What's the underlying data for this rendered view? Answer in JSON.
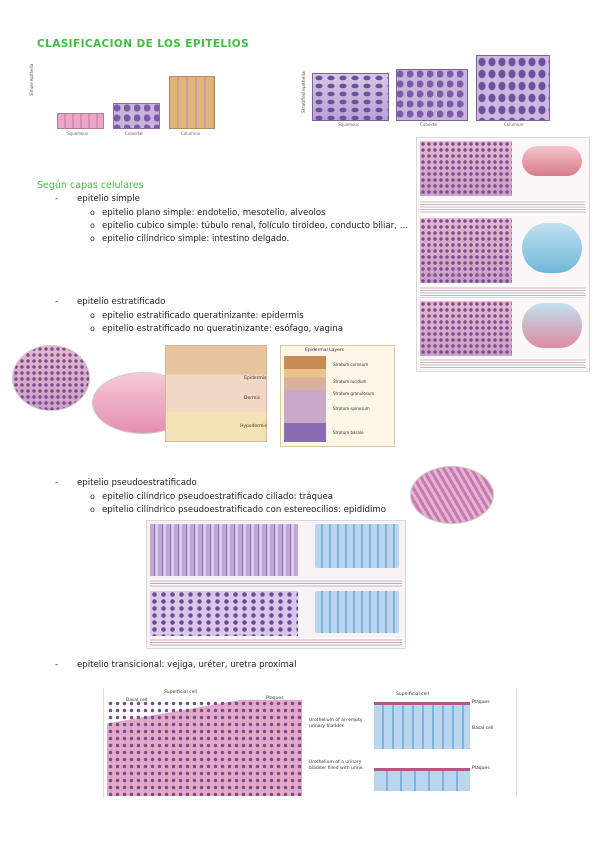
{
  "title": "CLASIFICACION DE LOS EPITELIOS",
  "subtitle": "Según capas celulares",
  "figure_labels": {
    "simple_side": "Simple epithelia",
    "stratified_side": "Stratified epithelia",
    "simple_captions": [
      "Squamous",
      "Cuboidal",
      "Columnar"
    ],
    "stratified_captions": [
      "Squamous",
      "Cuboidal",
      "Columnar"
    ]
  },
  "sections": {
    "simple": {
      "heading": "epitelio simple",
      "items": [
        "epitelio plano simple: endotelio, mesotelio, alveolos",
        "epitelio cubico simple: túbulo renal, folículo tiroideo, conducto biliar, …",
        "epitelio cilíndrico simple: intestino delgado."
      ]
    },
    "stratified": {
      "heading": "epitelio estratificado",
      "items": [
        "epitelio estratificado queratinizante: epidermis",
        "epitelio estratificado no queratinizante: esófago, vagina"
      ]
    },
    "pseudo": {
      "heading": "epitelio pseudoestratificado",
      "items": [
        "epitelio cilíndrico pseudoestratificado ciliado: tráquea",
        "epitelio cilíndrico pseudoestratificado con estereocilios: epidídimo"
      ]
    },
    "transitional": {
      "heading": "epitelio transicional: vejiga, uréter, uretra proximal"
    }
  },
  "skin_labels": {
    "header": "Epidermal Layers",
    "left": [
      "Epidermis",
      "Dermis",
      "Hypodermis"
    ],
    "right": [
      "Stratum corneum",
      "Stratum lucidum",
      "Stratum granulosum",
      "Stratum spinosum",
      "Stratum basale"
    ]
  },
  "transitional_labels": {
    "left": [
      "Superficial cell",
      "Basal cell",
      "Plaques"
    ],
    "right_top": [
      "Superficial cell",
      "Plaques",
      "Basal cell"
    ],
    "empty_caption": "Urothelium of an empty urinary bladder.",
    "filled_caption": "Urothelium of a urinary bladder filled with urine.",
    "right_bottom": "Plaques"
  },
  "colors": {
    "accent": "#3fbf3f",
    "text": "#222222"
  }
}
